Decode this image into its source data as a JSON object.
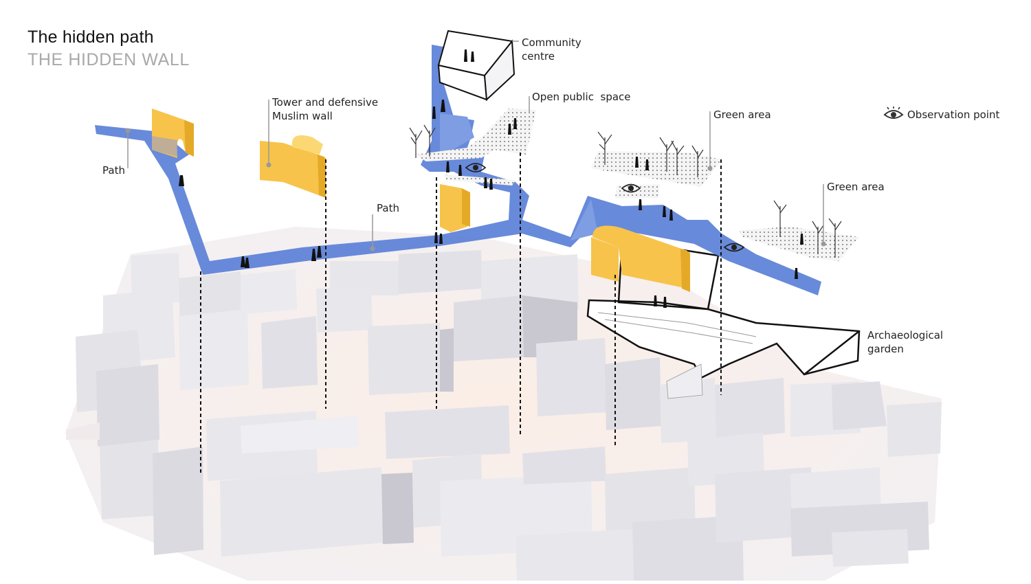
{
  "heading": {
    "title": "The hidden path",
    "subtitle": "THE HIDDEN WALL"
  },
  "labels": {
    "path_left": "Path",
    "path_center": "Path",
    "tower": "Tower and defensive Muslim wall",
    "community": "Community centre",
    "open_space": "Open public  space",
    "green_area_1": "Green area",
    "green_area_2": "Green area",
    "archaeological": "Archaeological garden"
  },
  "legend": {
    "observation_label": "Observation point",
    "observation_icon": "eye-icon"
  },
  "colors": {
    "path_blue": "#5b80d8",
    "wall_yellow": "#f7c34a",
    "building_gray": "#e6e5ea",
    "building_shadow": "#c9c8d0"
  }
}
